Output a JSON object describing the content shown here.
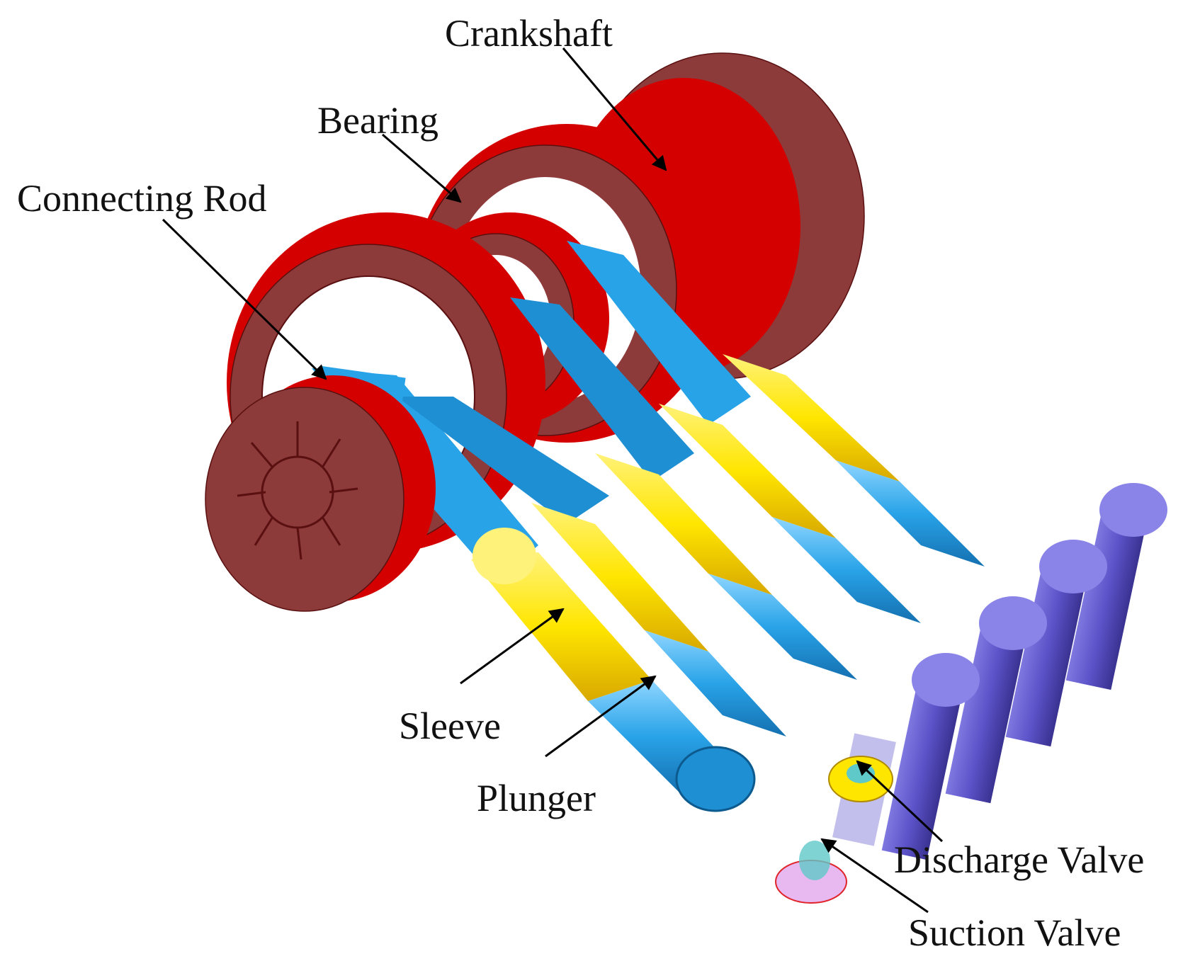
{
  "labels": {
    "crankshaft": "Crankshaft",
    "bearing": "Bearing",
    "connecting_rod": "Connecting Rod",
    "sleeve": "Sleeve",
    "plunger": "Plunger",
    "discharge_valve": "Discharge Valve",
    "suction_valve": "Suction Valve"
  },
  "colors": {
    "crankshaft_red": "#d40000",
    "crankshaft_dark": "#8c3a3a",
    "rod_blue": "#29a3e8",
    "sleeve_yellow": "#ffe600",
    "valve_purple": "#6a5fd0",
    "valve_ring_red": "#e0242a"
  }
}
